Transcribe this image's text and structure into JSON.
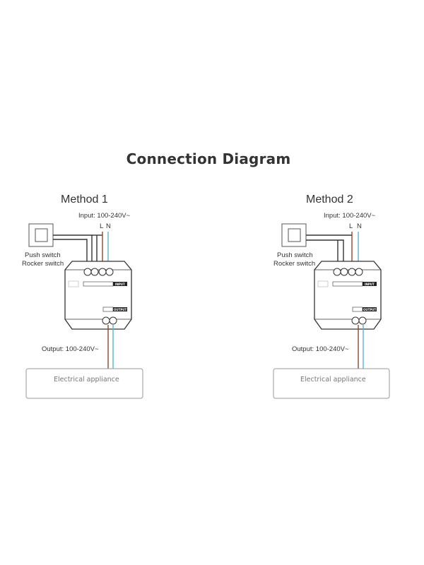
{
  "title": "Connection Diagram",
  "methods": [
    {
      "name": "Method 1",
      "input_label": "Input: 100-240V~",
      "L": "L",
      "N": "N",
      "switch_label_1": "Push switch",
      "switch_label_2": "Rocker switch",
      "input_tag": "INPUT",
      "output_tag": "OUTPUT",
      "output_label": "Output: 100-240V~",
      "appliance": "Electrical appliance"
    },
    {
      "name": "Method 2",
      "input_label": "Input: 100-240V~",
      "L": "L",
      "N": "N",
      "switch_label_1": "Push switch",
      "switch_label_2": "Rocker switch",
      "input_tag": "INPUT",
      "output_tag": "OUTPUT",
      "output_label": "Output: 100-240V~",
      "appliance": "Electrical appliance"
    }
  ],
  "colors": {
    "wire_live": "#8a4a2a",
    "wire_neutral": "#5ab4d2",
    "wire_dark": "#333333",
    "device_stroke": "#333333"
  }
}
